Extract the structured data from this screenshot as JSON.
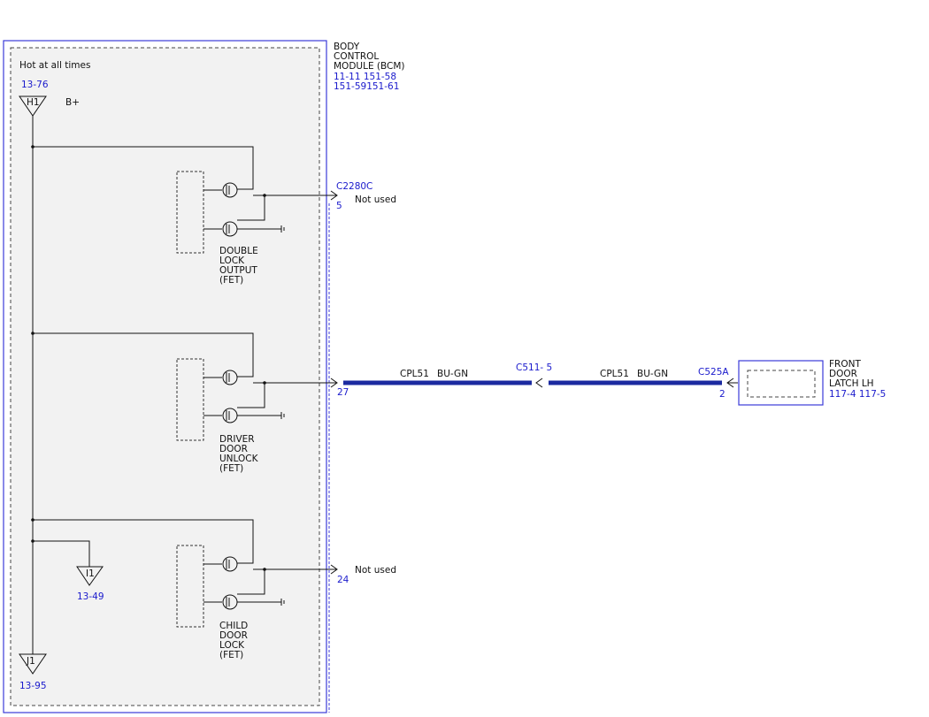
{
  "module": {
    "name_lines": [
      "BODY",
      "CONTROL",
      "MODULE (BCM)"
    ],
    "ref_lines": [
      "11-11  151-58",
      "151-59151-61"
    ],
    "hot_label": "Hot at all times",
    "supply_ref": "13-76",
    "supply_terminal": "H1",
    "supply_name": "B+"
  },
  "outputs": [
    {
      "label_lines": [
        "DOUBLE",
        "LOCK",
        "OUTPUT",
        "(FET)"
      ],
      "connector": "C2280C",
      "pin": "5",
      "note": "Not used"
    },
    {
      "label_lines": [
        "DRIVER",
        "DOOR",
        "UNLOCK",
        "(FET)"
      ],
      "connector": "",
      "pin": "27",
      "note": ""
    },
    {
      "label_lines": [
        "CHILD",
        "DOOR",
        "LOCK",
        "(FET)"
      ],
      "connector": "",
      "pin": "24",
      "note": "Not used"
    }
  ],
  "connectors": {
    "i1_terminal": "I1",
    "i1_ref": "13-49",
    "j1_terminal": "J1",
    "j1_ref": "13-95"
  },
  "harness": {
    "seg1_circuit": "CPL51",
    "seg1_color": "BU-GN",
    "inline_connector": "C511- 5",
    "seg2_circuit": "CPL51",
    "seg2_color": "BU-GN",
    "latch_connector": "C525A",
    "latch_pin": "2"
  },
  "latch": {
    "name_lines": [
      "FRONT",
      "DOOR",
      "LATCH LH"
    ],
    "refs": "117-4 117-5"
  },
  "colors": {
    "module_border": "#3b3bd8",
    "harness": "#1b2aa0",
    "reference_text": "#1a1acc",
    "module_fill": "#f2f2f2"
  }
}
